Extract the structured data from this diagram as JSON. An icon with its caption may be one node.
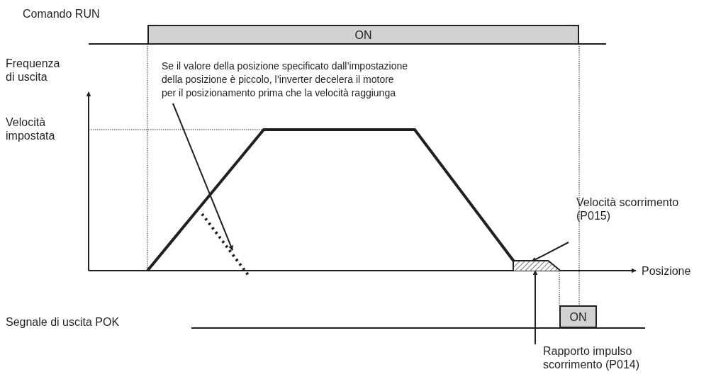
{
  "diagram": {
    "nodes": [
      {
        "text": [
          "ON"
        ]
      },
      {
        "text": [
          "Se il valore della posizione specificato dall’impostazione della posizione è piccolo, l’inverter decelera il motore per il posizionamento prima che la velocità raggiunga"
        ]
      },
      {
        "text": [],
        "shape": "line"
      },
      {
        "text": [
          "Velocità scorrimento (P015)"
        ]
      },
      {
        "text": [],
        "shape": "box"
      },
      {
        "text": [
          "Rapporto impulso scorrimento (P014)"
        ]
      },
      {
        "text": [
          "ON"
        ]
      }
    ],
    "edges": [
      {
        "from": 1,
        "to": 2,
        "arrow": "to"
      },
      {
        "from": 3,
        "to": 4,
        "arrow": "to"
      },
      {
        "from": 5,
        "to": 4,
        "arrow": "to"
      }
    ],
    "labels": [
      "Comando RUN",
      "Frequenza di uscita",
      "Velocità impostata",
      "Posizione",
      "Segnale di uscita POK"
    ]
  }
}
